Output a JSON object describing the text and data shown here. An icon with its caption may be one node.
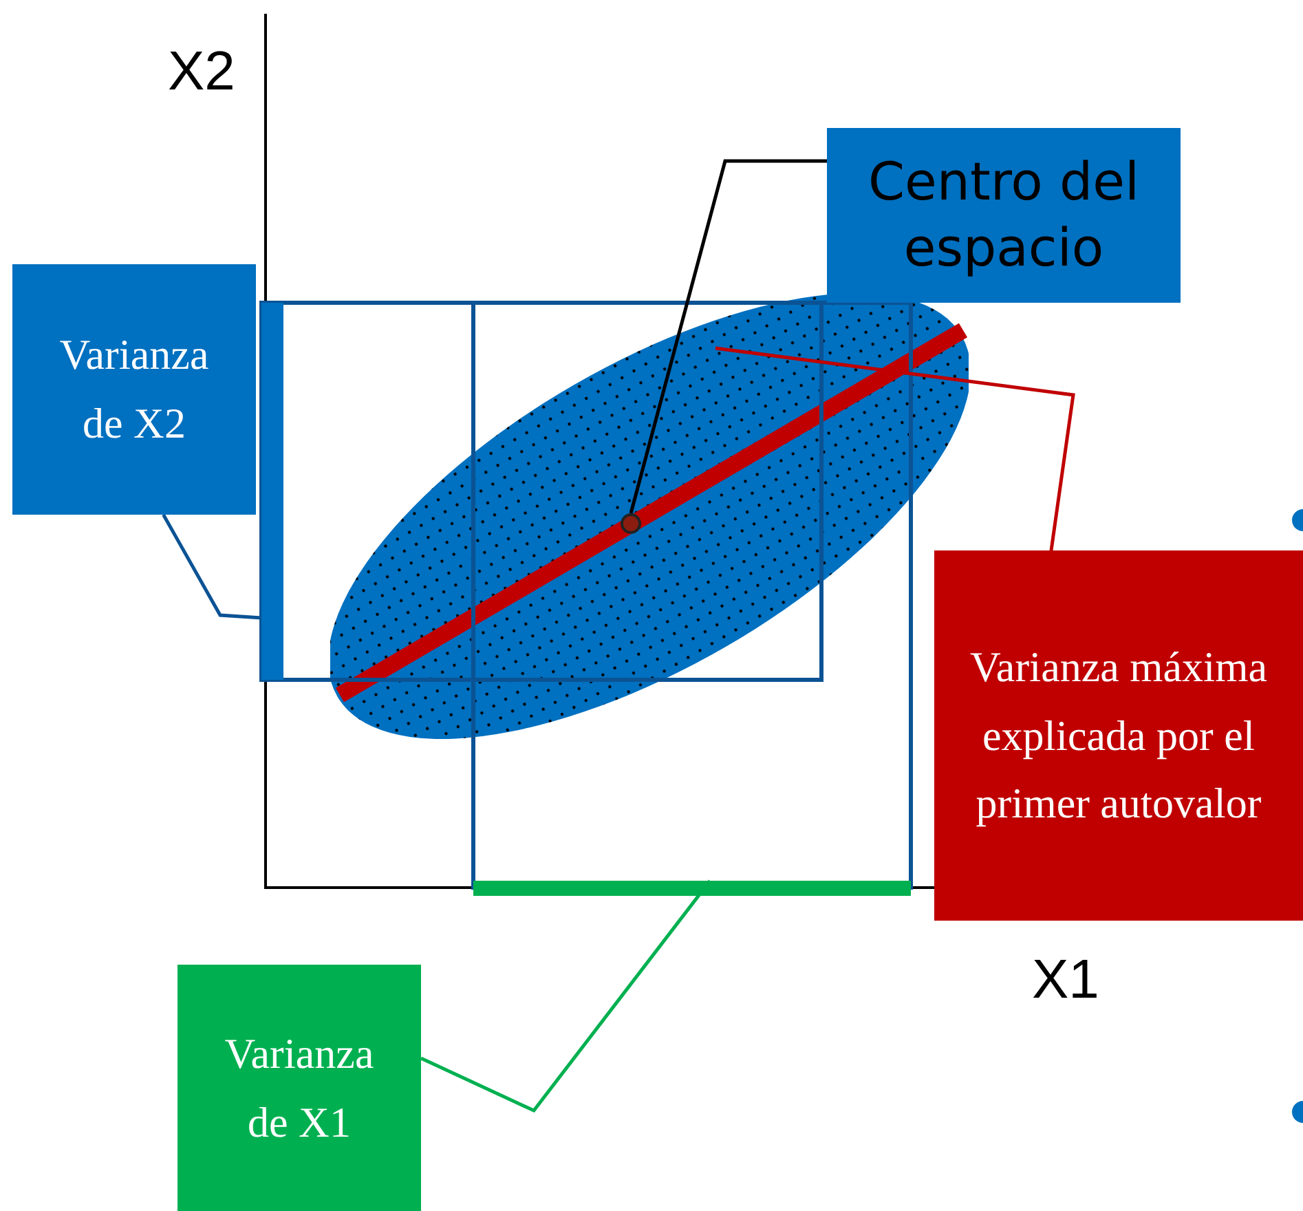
{
  "diagram": {
    "nodes": [
      {
        "text": [
          "Centro del espacio"
        ]
      },
      {
        "text": [
          "Varianza de X2"
        ]
      },
      {
        "text": [],
        "shape": "bar"
      },
      {
        "text": [],
        "shape": "circle",
        "in": 4
      },
      {
        "text": [],
        "shape": "ellipse"
      },
      {
        "text": [
          "Varianza máxima explicada por el primer autovalor"
        ]
      },
      {
        "text": [],
        "shape": "bar"
      },
      {
        "text": [
          "Varianza de X1"
        ]
      }
    ],
    "edges": [
      {
        "from": 0,
        "to": 3,
        "arrow": "none",
        "color": "#000000"
      },
      {
        "from": 1,
        "to": 2,
        "arrow": "none",
        "color": "#0b5394"
      },
      {
        "from": 5,
        "to": 4,
        "arrow": "none",
        "color": "#c00000"
      },
      {
        "from": 7,
        "to": 6,
        "arrow": "none",
        "color": "#00b050"
      }
    ],
    "labels": [
      "X2",
      "X1"
    ]
  }
}
